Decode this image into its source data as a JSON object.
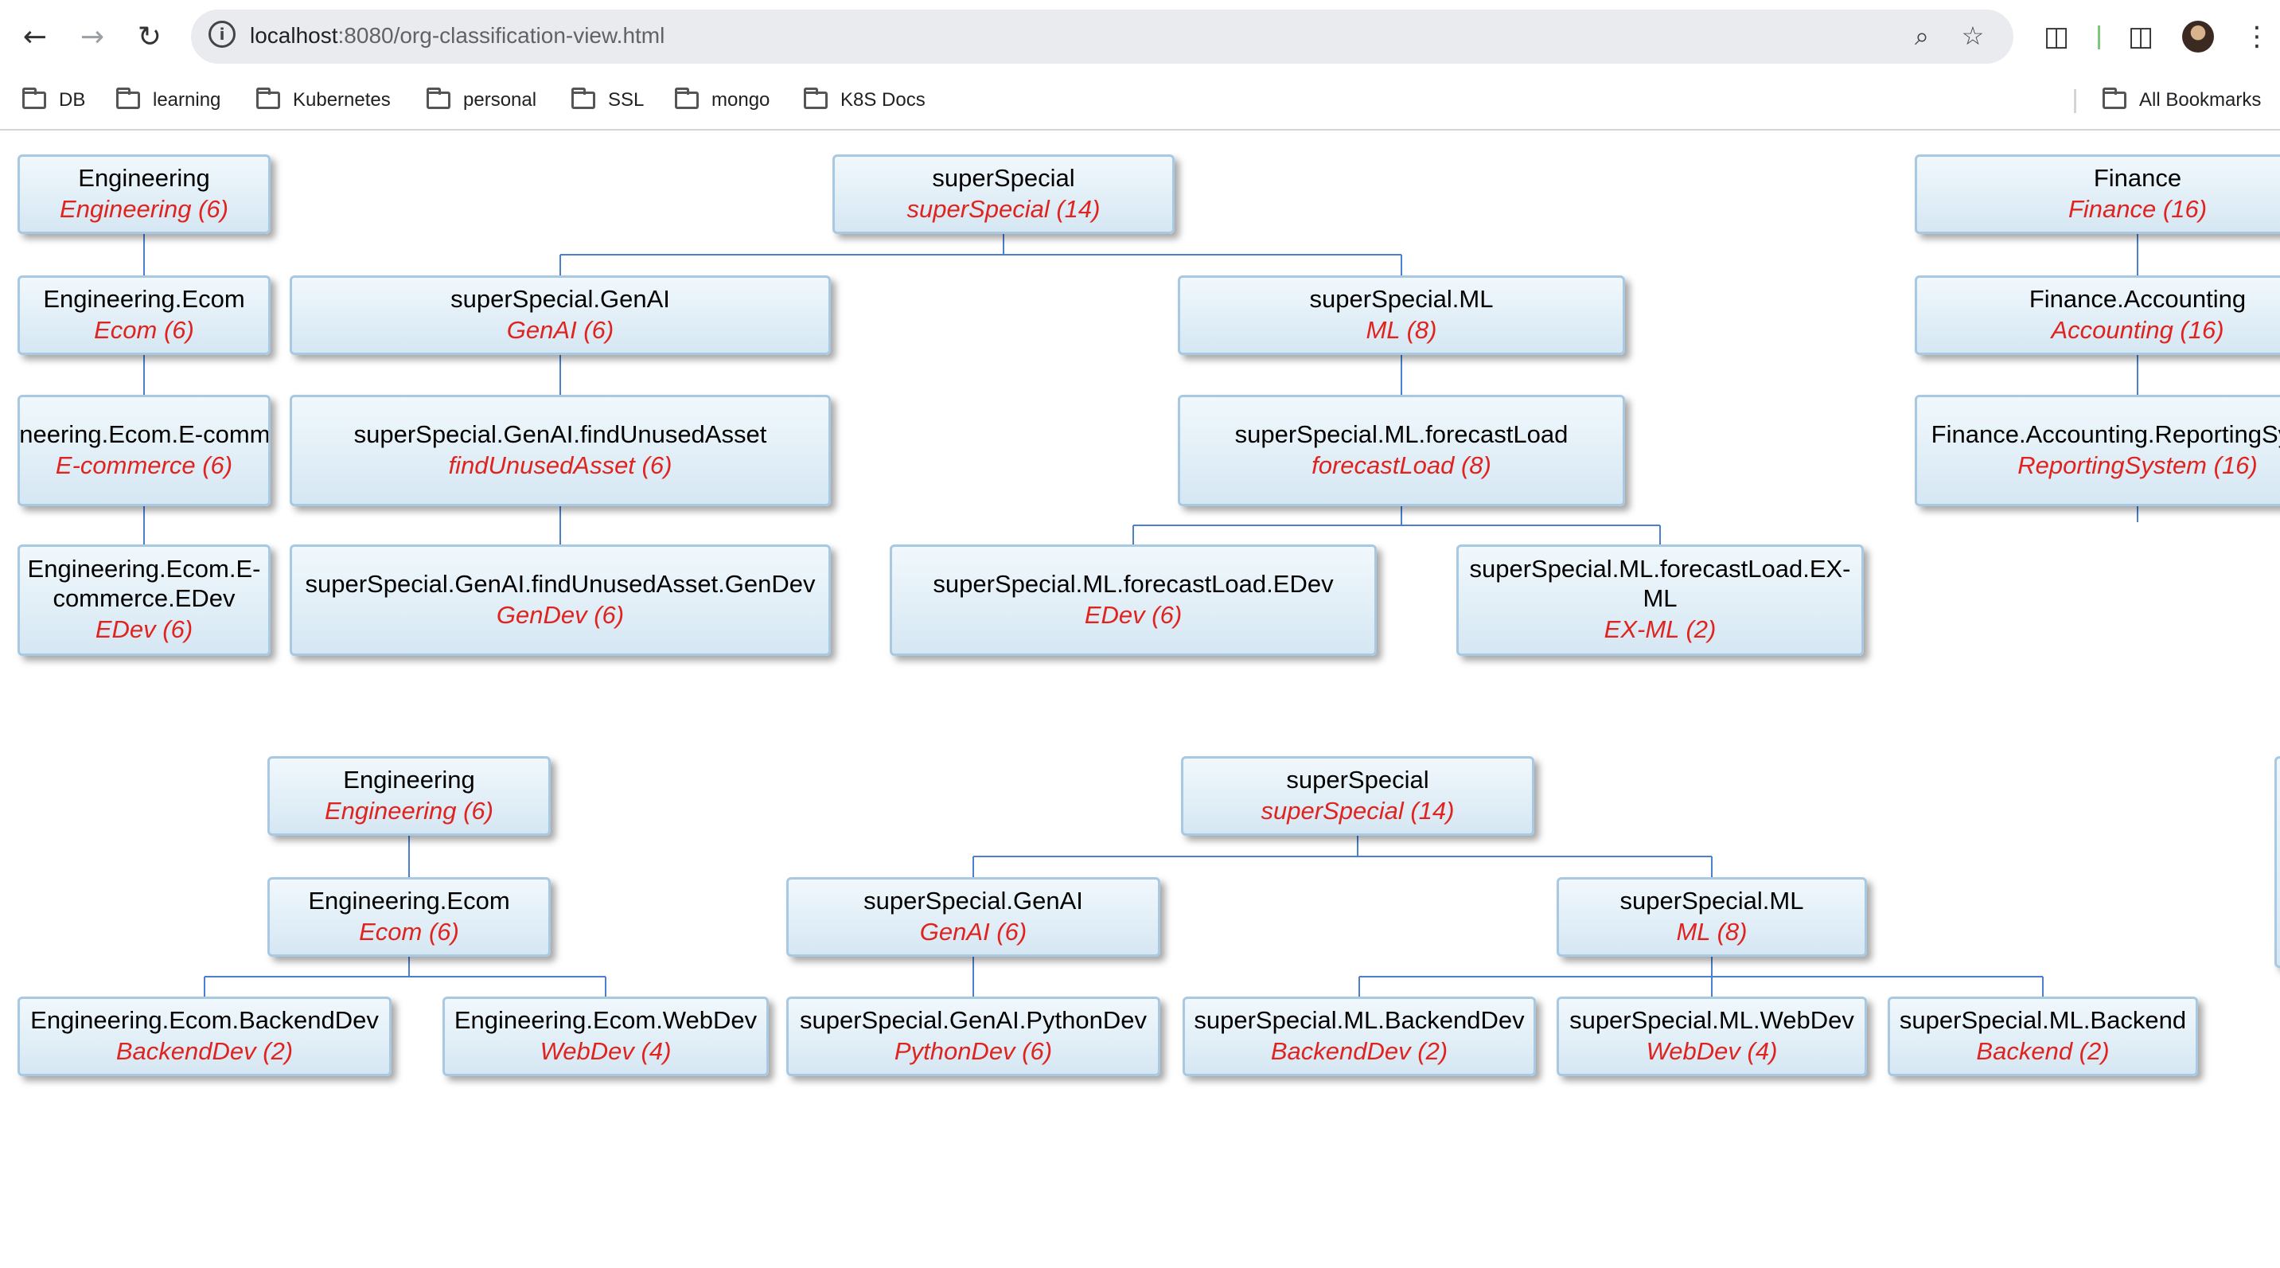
{
  "browser": {
    "url_host": "localhost",
    "url_rest": ":8080/org-classification-view.html",
    "bookmarks": [
      "DB",
      "learning",
      "Kubernetes",
      "personal",
      "SSL",
      "mongo",
      "K8S Docs"
    ],
    "all_bookmarks": "All Bookmarks"
  },
  "colors": {
    "node_border": "#a9c8e2",
    "connector": "#4a7fd1",
    "count_text": "#e0231e"
  },
  "charts": [
    {
      "id": "top",
      "trees": [
        {
          "full": "Engineering",
          "short": "Engineering (6)",
          "children": [
            {
              "full": "Engineering.Ecom",
              "short": "Ecom (6)",
              "children": [
                {
                  "full": "Engineering.Ecom.E-commerce",
                  "short": "E-commerce (6)",
                  "children": [
                    {
                      "full": "Engineering.Ecom.E-commerce.EDev",
                      "short": "EDev (6)",
                      "children": []
                    }
                  ]
                }
              ]
            }
          ]
        },
        {
          "full": "superSpecial",
          "short": "superSpecial (14)",
          "children": [
            {
              "full": "superSpecial.GenAI",
              "short": "GenAI (6)",
              "children": [
                {
                  "full": "superSpecial.GenAI.findUnusedAsset",
                  "short": "findUnusedAsset (6)",
                  "children": [
                    {
                      "full": "superSpecial.GenAI.findUnusedAsset.GenDev",
                      "short": "GenDev (6)",
                      "children": []
                    }
                  ]
                }
              ]
            },
            {
              "full": "superSpecial.ML",
              "short": "ML (8)",
              "children": [
                {
                  "full": "superSpecial.ML.forecastLoad",
                  "short": "forecastLoad (8)",
                  "children": [
                    {
                      "full": "superSpecial.ML.forecastLoad.EDev",
                      "short": "EDev (6)",
                      "children": []
                    },
                    {
                      "full": "superSpecial.ML.forecastLoad.EX-ML",
                      "short": "EX-ML (2)",
                      "children": []
                    }
                  ]
                }
              ]
            }
          ]
        },
        {
          "full": "Finance",
          "short": "Finance (16)",
          "children": [
            {
              "full": "Finance.Accounting",
              "short": "Accounting (16)",
              "children": [
                {
                  "full": "Finance.Accounting.ReportingSystem",
                  "short": "ReportingSystem (16)",
                  "children": []
                }
              ]
            }
          ]
        }
      ]
    },
    {
      "id": "bottom",
      "trees": [
        {
          "full": "Engineering",
          "short": "Engineering (6)",
          "children": [
            {
              "full": "Engineering.Ecom",
              "short": "Ecom (6)",
              "children": [
                {
                  "full": "Engineering.Ecom.BackendDev",
                  "short": "BackendDev (2)",
                  "children": []
                },
                {
                  "full": "Engineering.Ecom.WebDev",
                  "short": "WebDev (4)",
                  "children": []
                }
              ]
            }
          ]
        },
        {
          "full": "superSpecial",
          "short": "superSpecial (14)",
          "children": [
            {
              "full": "superSpecial.GenAI",
              "short": "GenAI (6)",
              "children": [
                {
                  "full": "superSpecial.GenAI.PythonDev",
                  "short": "PythonDev (6)",
                  "children": []
                }
              ]
            },
            {
              "full": "superSpecial.ML",
              "short": "ML (8)",
              "children": [
                {
                  "full": "superSpecial.ML.BackendDev",
                  "short": "BackendDev (2)",
                  "children": []
                },
                {
                  "full": "superSpecial.ML.WebDev",
                  "short": "WebDev (4)",
                  "children": []
                },
                {
                  "full": "superSpecial.ML.Backend",
                  "short": "Backend (2)",
                  "children": []
                }
              ]
            }
          ]
        }
      ]
    }
  ]
}
